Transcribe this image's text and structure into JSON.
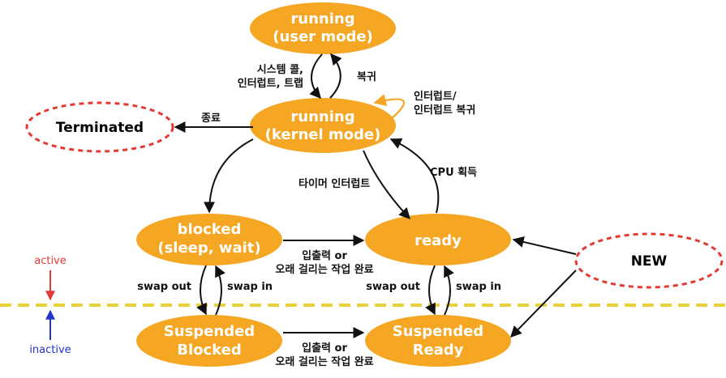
{
  "colors": {
    "state_fill": "#f5a623",
    "state_text": "#ffffff",
    "external_border": "#e53935",
    "divider": "#e8d23a",
    "active": "#e53935",
    "inactive": "#2233cc",
    "self_loop": "#f5a623"
  },
  "states": {
    "running_user": {
      "line1": "running",
      "line2": "(user mode)"
    },
    "running_kernel": {
      "line1": "running",
      "line2": "(kernel mode)"
    },
    "blocked": {
      "line1": "blocked",
      "line2": "(sleep, wait)"
    },
    "ready": {
      "line1": "ready"
    },
    "suspended_blocked": {
      "line1": "Suspended",
      "line2": "Blocked"
    },
    "suspended_ready": {
      "line1": "Suspended",
      "line2": "Ready"
    },
    "terminated": {
      "line1": "Terminated"
    },
    "new": {
      "line1": "NEW"
    }
  },
  "labels": {
    "syscall": {
      "line1": "시스템 콜,",
      "line2": "인터럽트, 트랩"
    },
    "return": "복귀",
    "interrupt": {
      "line1": "인터럽트/",
      "line2": "인터럽트 복귀"
    },
    "exit": "종료",
    "timer_interrupt": "타이머 인터럽트",
    "cpu_acquire": "CPU 획득",
    "io_complete_1": {
      "line1": "입출력 or",
      "line2": "오래 걸리는 작업 완료"
    },
    "io_complete_2": {
      "line1": "입출력 or",
      "line2": "오래 걸리는 작업 완료"
    },
    "swap_out_left": "swap out",
    "swap_in_left": "swap in",
    "swap_out_right": "swap out",
    "swap_in_right": "swap in",
    "active": "active",
    "inactive": "inactive"
  }
}
